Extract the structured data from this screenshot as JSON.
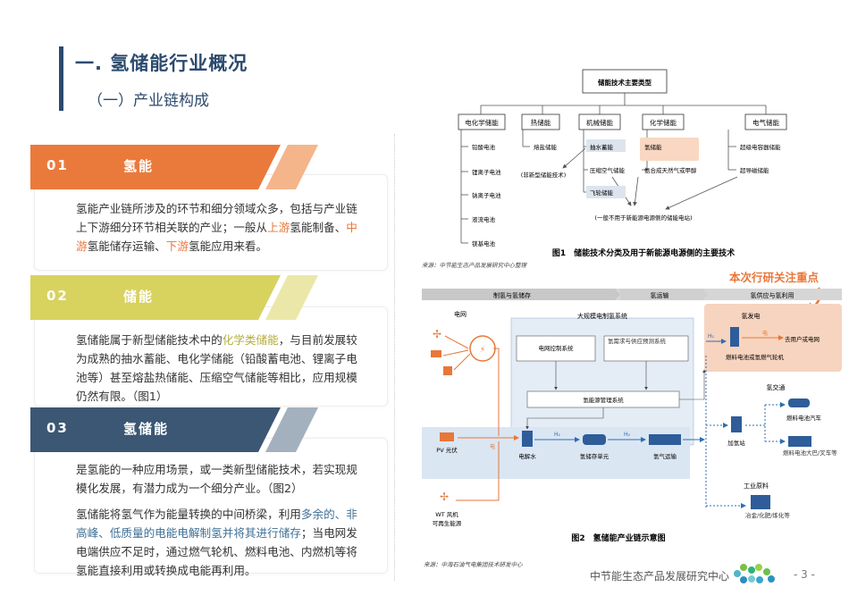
{
  "header": {
    "title": "一. 氢储能行业概况",
    "subtitle": "（一）产业链构成"
  },
  "sections": [
    {
      "num": "01",
      "name": "氢能",
      "text": [
        {
          "t": "氢能产业链所涉及的环节和细分领域众多，包括与产业链上下游细分环节相关联的产业；一般从",
          "hl": false
        },
        {
          "t": "上游",
          "hl": true
        },
        {
          "t": "氢能制备、",
          "hl": false
        },
        {
          "t": "中游",
          "hl": true
        },
        {
          "t": "氢能储存运输、",
          "hl": false
        },
        {
          "t": "下游",
          "hl": true
        },
        {
          "t": "氢能应用来看。",
          "hl": false
        }
      ]
    },
    {
      "num": "02",
      "name": "储能",
      "text": [
        {
          "t": "氢储能属于新型储能技术中的",
          "hl": false
        },
        {
          "t": "化学类储能",
          "hl": true
        },
        {
          "t": "，与目前发展较为成熟的抽水蓄能、电化学储能（铅酸蓄电池、锂离子电池等）甚至熔盐热储能、压缩空气储能等相比，应用规模仍然有限。（图1）",
          "hl": false
        }
      ]
    },
    {
      "num": "03",
      "name": "氢储能",
      "text": [
        {
          "t": "是氢能的一种应用场景，或一类新型储能技术，若实现规模化发展，有潜力成为一个细分产业。（图2）",
          "hl": false
        }
      ],
      "text2": [
        {
          "t": "氢储能将氢气作为能量转换的中间桥梁，利用",
          "hl": false
        },
        {
          "t": "多余的、非高峰、低质量的电能电解制氢并将其进行储存",
          "hl": true
        },
        {
          "t": "；当电网发电端供应不足时，通过燃气轮机、燃料电池、内燃机等将氢能直接利用或转换成电能再利用。",
          "hl": false
        }
      ]
    }
  ],
  "colors": {
    "s1": "#ea7a3c",
    "s2": "#d8d25f",
    "s3": "#3b5773",
    "title": "#2c4a6e",
    "accent_orange": "#e8773a"
  },
  "fig1": {
    "root": "储能技术主要类型",
    "columns": [
      {
        "label": "电化学储能",
        "items": [
          "铅酸电池",
          "锂离子电池",
          "钠离子电池",
          "液流电池",
          "镁基电池"
        ]
      },
      {
        "label": "热储能",
        "items": [
          "熔盐储能"
        ]
      },
      {
        "label": "机械储能",
        "items": [
          "抽水蓄能",
          "压缩空气储能",
          "飞轮储能"
        ]
      },
      {
        "label": "化学储能",
        "items": [
          "氢储能",
          "氨合成天然气或甲醇"
        ]
      },
      {
        "label": "电气储能",
        "items": [
          "超级电容器储能",
          "超导磁储能"
        ]
      }
    ],
    "note_left": "(非新型储能技术)",
    "note_bottom": "(一般不用于新能源电源侧的储能电站)",
    "caption": "图1　储能技术分类及用于新能源电源侧的主要技术",
    "source": "来源：中节能生态产品发展研究中心整理"
  },
  "fig2": {
    "callout": "本次行研关注重点",
    "stages": [
      "制氢与氢储存",
      "氢运输",
      "氢供应与氢利用"
    ],
    "grid": "电网",
    "plant": "大规模电制氢系统",
    "grid_control": "电网控制系统",
    "demand_forecast": "氢需求与供应预测系统",
    "energy_mgmt": "氢能源管理系统",
    "electrolysis": "电解水",
    "storage": "氢储存单元",
    "transport": "氢气运输",
    "power_gen": "氢发电",
    "fuel_cell": "燃料电池或氢燃气轮机",
    "to_user": "去用户或电网",
    "hydrogen_transport": "氢交通",
    "station": "加氢站",
    "fc_car": "燃料电池汽车",
    "fc_bus": "燃料电池大巴/叉车等",
    "industry": "工业原料",
    "industry_use": "冶金/化肥/炼化等",
    "pv": "PV 光伏",
    "wt": "WT 风机",
    "renewable": "可再生能源",
    "elec": "电",
    "h2": "H₂",
    "caption": "图2　氢储能产业链示意图",
    "source": "来源：中海石油气电集团技术研发中心"
  },
  "footer": {
    "org": "中节能生态产品发展研究中心",
    "page": "- 3 -"
  }
}
